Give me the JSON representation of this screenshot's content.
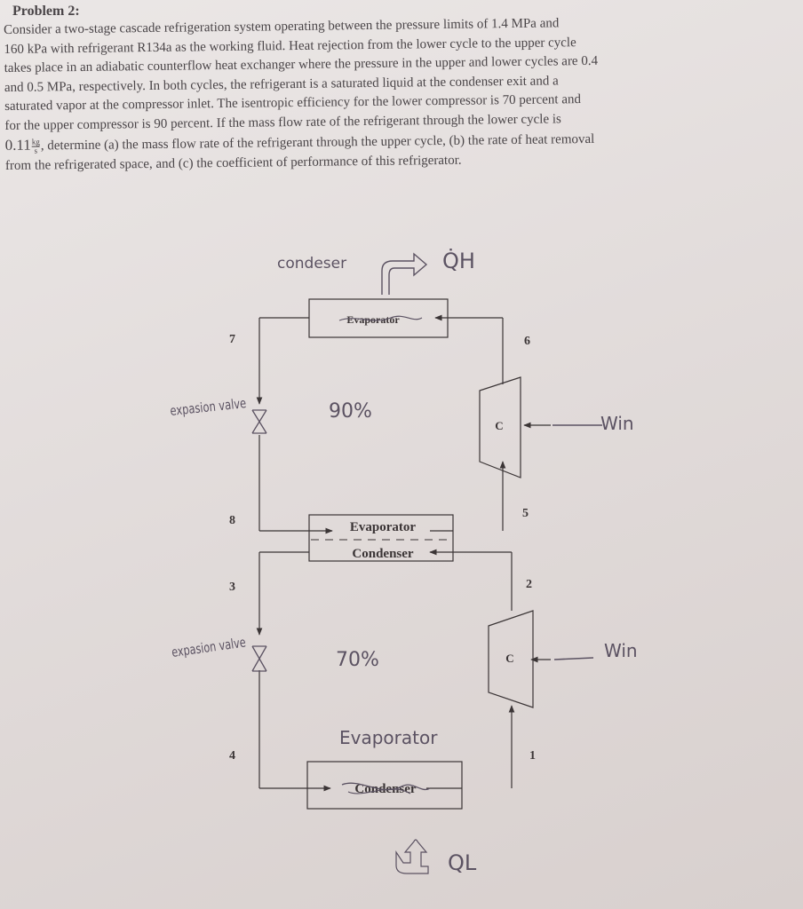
{
  "problem": {
    "title": "Problem 2:",
    "lines": [
      "Consider a two-stage cascade refrigeration system operating between the pressure limits of 1.4 MPa and",
      "160 kPa with refrigerant R134a as the working fluid. Heat rejection from the lower cycle to the upper cycle",
      "takes place in an adiabatic counterflow heat exchanger where the pressure in the upper and lower cycles are 0.4",
      "and 0.5 MPa, respectively. In both cycles, the refrigerant is a saturated liquid at the condenser exit and a",
      "saturated vapor at the compressor inlet. The isentropic efficiency for the lower compressor is 70 percent and",
      "for the upper compressor is 90 percent. If the mass flow rate of the refrigerant through the lower cycle is"
    ],
    "last_line_value": "0.11",
    "unit_num": "kg",
    "unit_den": "s",
    "last_line_rest": ", determine (a) the mass flow rate of the refrigerant through the upper cycle, (b) the rate of heat removal",
    "final_line": "from the refrigerated space, and (c) the coefficient of performance of this refrigerator."
  },
  "diagram": {
    "top_box_printed": "Evaporator",
    "top_box_handwritten": "condeser",
    "q_high": "Q̇H",
    "middle_box_top": "Evaporator",
    "middle_box_bottom": "Condenser",
    "bottom_box_printed": "Condenser",
    "bottom_box_handwritten": "Evaporator",
    "q_low": "QL",
    "compressor_label": "C",
    "upper_efficiency": "90%",
    "lower_efficiency": "70%",
    "upper_work": "Win",
    "lower_work": "Win",
    "upper_valve": "expasion valve",
    "lower_valve": "expasion valve",
    "states": [
      "1",
      "2",
      "3",
      "4",
      "5",
      "6",
      "7",
      "8"
    ]
  },
  "colors": {
    "ink": "#3b3536",
    "pen": "#5b5262",
    "paper": "#e6e1e0"
  }
}
